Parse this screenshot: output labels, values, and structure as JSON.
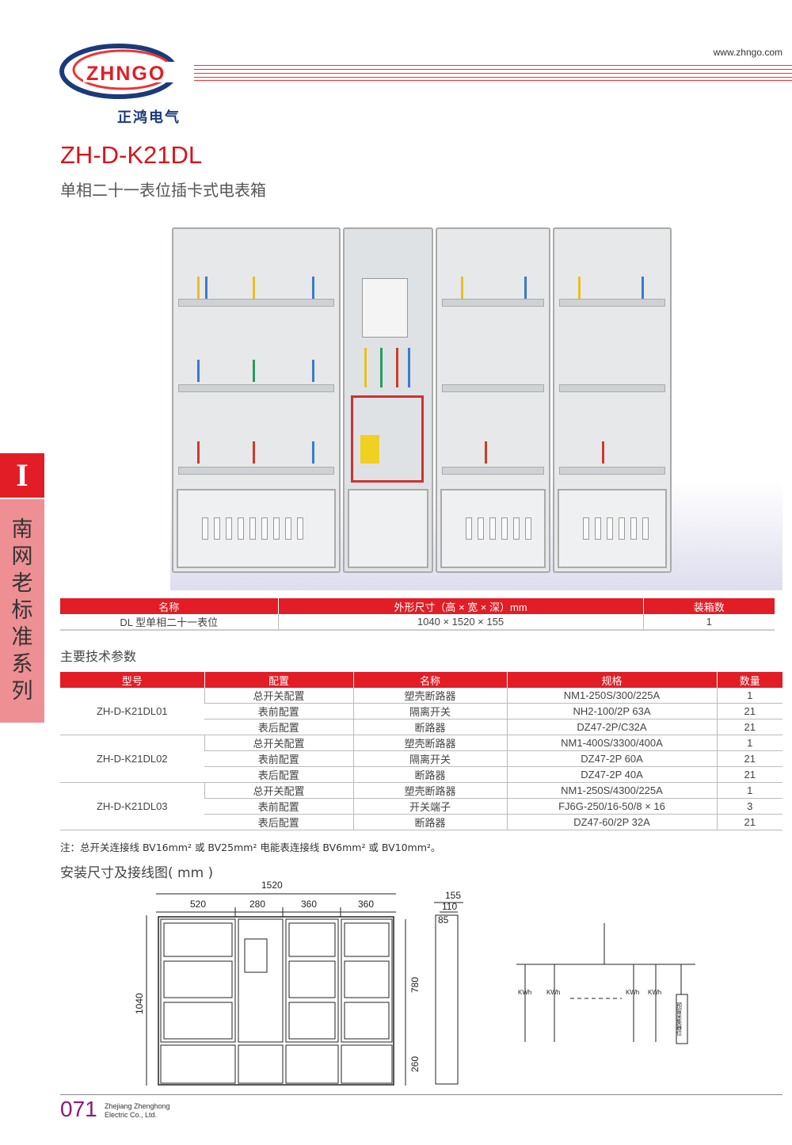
{
  "header": {
    "logo_text": "ZHNGO",
    "logo_cn": "正鸿电气",
    "website": "www.zhngo.com"
  },
  "product": {
    "model": "ZH-D-K21DL",
    "name": "单相二十一表位插卡式电表箱"
  },
  "side_tab": {
    "numeral": "I",
    "series": "南网老标准系列"
  },
  "table1": {
    "headers": [
      "名称",
      "外形尺寸（高 × 宽 × 深）mm",
      "装箱数"
    ],
    "rows": [
      [
        "DL 型单相二十一表位",
        "1040 × 1520 × 155",
        "1"
      ]
    ]
  },
  "params_heading": "主要技术参数",
  "table2": {
    "headers": [
      "型号",
      "配置",
      "名称",
      "规格",
      "数量"
    ],
    "groups": [
      {
        "model": "ZH-D-K21DL01",
        "rows": [
          [
            "总开关配置",
            "塑壳断路器",
            "NM1-250S/300/225A",
            "1"
          ],
          [
            "表前配置",
            "隔离开关",
            "NH2-100/2P 63A",
            "21"
          ],
          [
            "表后配置",
            "断路器",
            "DZ47-2P/C32A",
            "21"
          ]
        ]
      },
      {
        "model": "ZH-D-K21DL02",
        "rows": [
          [
            "总开关配置",
            "塑壳断路器",
            "NM1-400S/3300/400A",
            "1"
          ],
          [
            "表前配置",
            "隔离开关",
            "DZ47-2P 60A",
            "21"
          ],
          [
            "表后配置",
            "断路器",
            "DZ47-2P 40A",
            "21"
          ]
        ]
      },
      {
        "model": "ZH-D-K21DL03",
        "rows": [
          [
            "总开关配置",
            "塑壳断路器",
            "NM1-250S/4300/225A",
            "1"
          ],
          [
            "表前配置",
            "开关端子",
            "FJ6G-250/16-50/8 × 16",
            "3"
          ],
          [
            "表后配置",
            "断路器",
            "DZ47-60/2P 32A",
            "21"
          ]
        ]
      }
    ]
  },
  "note": "注：总开关连接线 BV16mm² 或 BV25mm² 电能表连接线 BV6mm² 或 BV10mm²。",
  "diagram_heading": "安装尺寸及接线图( mm )",
  "diagram": {
    "total_width": "1520",
    "widths": [
      "520",
      "280",
      "360",
      "360"
    ],
    "height": "1040",
    "depth": [
      "155",
      "110",
      "85"
    ],
    "upper": "780",
    "lower": "260",
    "meter": "KWh",
    "reserve": "预留采集器位"
  },
  "footer": {
    "page": "071",
    "company_line1": "Zhejiang Zhenghong",
    "company_line2": "Electric Co., Ltd."
  }
}
